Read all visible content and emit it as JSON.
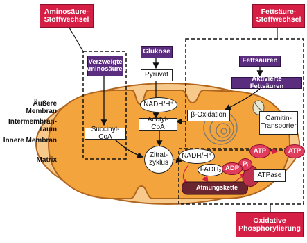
{
  "headers": {
    "aminosaeure": "Aminosäure-\nStoffwechsel",
    "fettsaeure": "Fettsäure-\nStoffwechsel",
    "oxidative": "Oxidative\nPhosphorylierung"
  },
  "inputs": {
    "verzweigte": "Verzweigte\nAminosäuren",
    "glukose": "Glukose",
    "fettsaeuren": "Fettsäuren",
    "aktivierte": "Aktivierte Fettsäuren"
  },
  "membranes": {
    "aeussere": "Äußere Membran",
    "intermembran": "Intermembran-\nraum",
    "innere": "Innere Membran",
    "matrix": "Matrix"
  },
  "nodes": {
    "pyruvat": "Pyruvat",
    "nadh_top": "NADH/H⁺",
    "acetyl": "Acetyl-CoA",
    "succinyl": "Succinyl-CoA",
    "zitrat": "Zitrat-\nzyklus",
    "beta": "β-Oxidation",
    "carnitin": "Carnitin-\nTransporter",
    "nadh_mid": "NADH/H⁺",
    "fadh": "FADH₂",
    "atp1": "ATP",
    "atp2": "ATP",
    "pi": "Pᵢ",
    "adp": "ADP",
    "atpase": "ATPase",
    "atmungskette": "Atmungskette"
  },
  "colors": {
    "accent_red": "#d51f45",
    "purple": "#5a2d7e",
    "mito_orange": "#f3a43c",
    "mito_outer": "#f7c98a"
  }
}
